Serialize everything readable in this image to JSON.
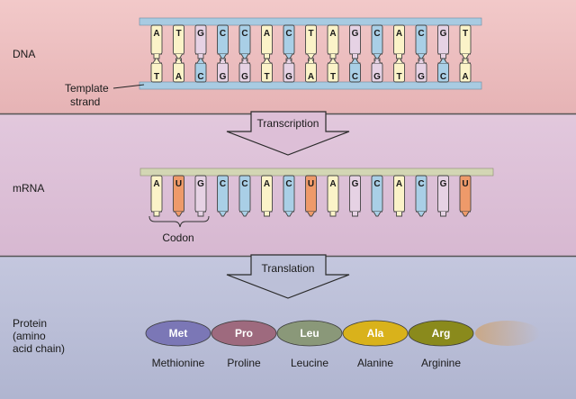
{
  "labels": {
    "dna": "DNA",
    "template_strand_line1": "Template",
    "template_strand_line2": "strand",
    "transcription": "Transcription",
    "mrna": "mRNA",
    "codon": "Codon",
    "translation": "Translation",
    "protein_line1": "Protein",
    "protein_line2": "(amino",
    "protein_line3": "acid chain)"
  },
  "dna_top_strand": [
    "A",
    "T",
    "G",
    "C",
    "C",
    "A",
    "C",
    "T",
    "A",
    "G",
    "C",
    "A",
    "C",
    "G",
    "T"
  ],
  "dna_template_strand": [
    "T",
    "A",
    "C",
    "G",
    "G",
    "T",
    "G",
    "A",
    "T",
    "C",
    "G",
    "T",
    "G",
    "C",
    "A"
  ],
  "mrna_bases": [
    "A",
    "U",
    "G",
    "C",
    "C",
    "A",
    "C",
    "U",
    "A",
    "G",
    "C",
    "A",
    "C",
    "G",
    "U"
  ],
  "amino_acids": [
    {
      "abbr": "Met",
      "name": "Methionine",
      "color": "#7b77b6"
    },
    {
      "abbr": "Pro",
      "name": "Proline",
      "color": "#9e6a7e"
    },
    {
      "abbr": "Leu",
      "name": "Leucine",
      "color": "#8a9879"
    },
    {
      "abbr": "Ala",
      "name": "Alanine",
      "color": "#d9b21b"
    },
    {
      "abbr": "Arg",
      "name": "Arginine",
      "color": "#8a8a1c"
    }
  ],
  "base_colors": {
    "A": "#fbf3c8",
    "T": "#fbf3c8",
    "C": "#a9cfe6",
    "G": "#e6d2e4",
    "U": "#ee9a6a"
  },
  "panel_colors": [
    "#e8b9b9",
    "#ddbfd7",
    "#bcc0d8"
  ]
}
